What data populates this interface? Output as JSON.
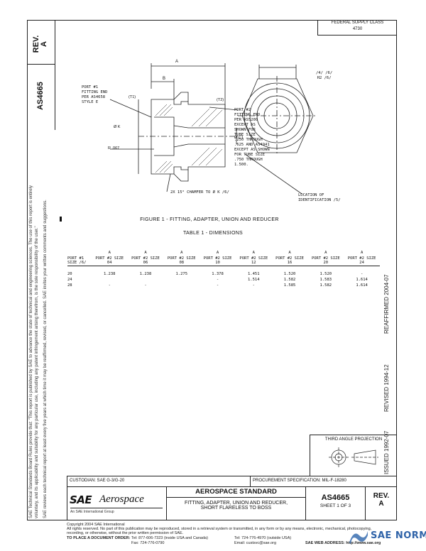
{
  "header": {
    "rev_label": "REV.",
    "rev_value": "A",
    "doc_number": "AS4665",
    "federal_supply_class_label": "FEDERAL SUPPLY CLASS",
    "federal_supply_class_value": "4730"
  },
  "side_notice": {
    "line1": "SAE Technical Standards Board Rules provide that: \"This report is published by SAE to advance the state of technical and engineering sciences. The use of this report is entirely",
    "line2": "voluntary, and its applicability and suitability for any particular use, including any patent infringement arising therefrom, is the sole responsibility of the user.\"",
    "line3": "SAE reviews each technical report at least every five years at which time it may be reaffirmed, revised, or cancelled. SAE invites your written comments and suggestions."
  },
  "drawing": {
    "labels": {
      "a": "A",
      "b": "B",
      "port1": "PORT #1\nFITTING END\nPER AS4658\nSTYLE E",
      "t1": "(T1)",
      "t2": "(T2)",
      "phi_k": "Ø K",
      "r_067": "R .067",
      "port2": "PORT #2\nFITTING END\nPER AS5200\nEXCEPT AS\nSHOWN FOR\nTUBE SIZE\n.250 THROUGH\n.625 AND AS4941\nEXCEPT AS SHOWN\nFOR TUBE SIZE\n.750 THROUGH\n1.500.",
      "phi_c1": "Ø C1",
      "chamfer": "2X 15° CHAMFER TO Ø K /6/",
      "hex": "/4/ /6/\nH2 /6/",
      "location": "LOCATION OF\nIDENTIFICATION /5/"
    },
    "figure_caption": "FIGURE 1 - FITTING, ADAPTER, UNION AND REDUCER"
  },
  "table": {
    "title": "TABLE 1 - DIMENSIONS",
    "header_a": "A",
    "first_col_header": "PORT #1\nSIZE /6/",
    "columns": [
      "PORT #2 SIZE\n04",
      "PORT #2 SIZE\n06",
      "PORT #2 SIZE\n08",
      "PORT #2 SIZE\n10",
      "PORT #2 SIZE\n12",
      "PORT #2 SIZE\n16",
      "PORT #2 SIZE\n20",
      "PORT #2 SIZE\n24"
    ],
    "rows": [
      {
        "port1": "20",
        "values": [
          "1.238",
          "1.238",
          "1.275",
          "1.378",
          "1.451",
          "1.520",
          "1.520",
          "-"
        ]
      },
      {
        "port1": "24",
        "values": [
          "",
          "",
          "",
          "-",
          "1.514",
          "1.582",
          "1.583",
          "1.614"
        ]
      },
      {
        "port1": "28",
        "values": [
          "-",
          "-",
          "",
          "-",
          "-",
          "1.585",
          "1.582",
          "1.614"
        ]
      }
    ]
  },
  "right_stamps": {
    "reaffirmed": "REAFFIRMED 2004-07",
    "revised": "REVISED 1994-12",
    "issued": "ISSUED 1992-07"
  },
  "projection": {
    "label": "THIRD ANGLE PROJECTION"
  },
  "title_block": {
    "custodian": "CUSTODIAN: SAE G-3/G-20",
    "procurement": "PROCUREMENT SPECIFICATION: MIL-F-18280",
    "brand_sae": "SAE",
    "brand_aerospace": "Aerospace",
    "brand_tagline": "An SAE International Group",
    "standard_title": "AEROSPACE STANDARD",
    "part_title_1": "FITTING, ADAPTER, UNION AND REDUCER,",
    "part_title_2": "SHORT FLARELESS TO BOSS",
    "doc_number": "AS4665",
    "sheet": "SHEET 1 OF 3",
    "rev_label": "REV.",
    "rev_value": "A"
  },
  "footer": {
    "copyright": "Copyright 2004 SAE International",
    "rights": "All rights reserved. No part of this publication may be reproduced, stored in a retrieval system or transmitted, in any form or by any means, electronic, mechanical, photocopying,",
    "rights2": "recording, or otherwise, without the prior written permission of SAE.",
    "order_label": "TO PLACE A DOCUMENT ORDER:",
    "tel1": "Tel: 877-606-7323 (inside USA and Canada)",
    "tel2": "Tel: 724-776-4970 (outside USA)",
    "fax": "Fax: 724-776-0790",
    "email": "Email: custsvc@sae.org",
    "web": "SAE WEB ADDRESS: http://www.sae.org"
  },
  "watermark": {
    "text": "SAE NORM"
  }
}
